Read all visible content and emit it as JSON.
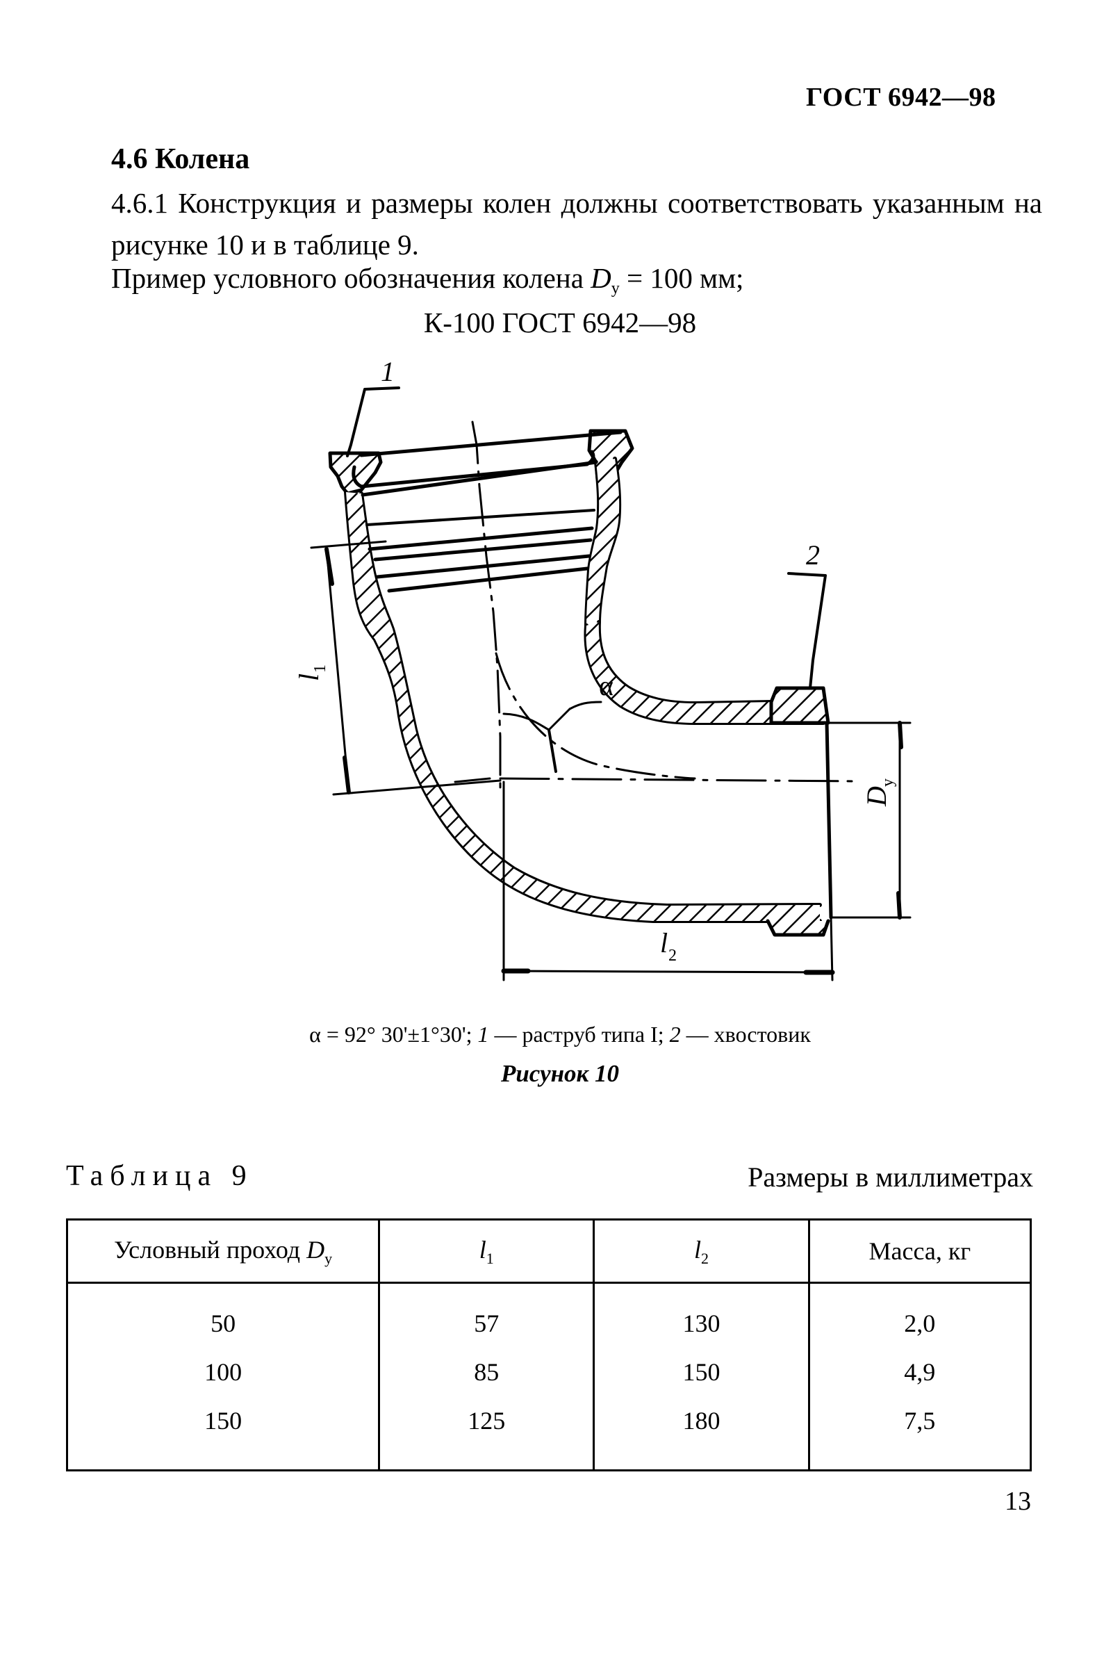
{
  "header": {
    "standard_ref": "ГОСТ 6942—98"
  },
  "section": {
    "title": "4.6 Колена",
    "paragraph_1": "4.6.1 Конструкция и размеры колен должны соответствовать указанным на рисунке 10 и в таблице 9.",
    "paragraph_2_prefix": "Пример условного обозначения колена ",
    "paragraph_2_symbol": "D",
    "paragraph_2_symbol_sub": "у",
    "paragraph_2_suffix": " = 100 мм;",
    "designation_example": "К-100 ГОСТ 6942—98"
  },
  "figure": {
    "callouts": {
      "item_1": "1",
      "item_2": "2"
    },
    "dimension_labels": {
      "l1": "l",
      "l1_sub": "1",
      "l2": "l",
      "l2_sub": "2",
      "dy": "D",
      "dy_sub": "у",
      "angle": "α"
    },
    "caption": "α = 92° 30'±1°30'; 1 — раструб типа I; 2 — хвостовик",
    "caption_parts": {
      "angle": "α = 92° 30'±1°30'; ",
      "item1_num": "1",
      "item1_text": " — раструб типа I; ",
      "item2_num": "2",
      "item2_text": " — хвостовик"
    },
    "title": "Рисунок 10"
  },
  "table": {
    "title": "Таблица 9",
    "units_note": "Размеры в миллиметрах",
    "headers": [
      {
        "text": "Условный проход ",
        "symbol": "D",
        "sub": "у"
      },
      {
        "text": "",
        "symbol": "l",
        "sub": "1"
      },
      {
        "text": "",
        "symbol": "l",
        "sub": "2"
      },
      {
        "text": "Масса, кг",
        "symbol": "",
        "sub": ""
      }
    ],
    "rows": [
      [
        "50",
        "57",
        "130",
        "2,0"
      ],
      [
        "100",
        "85",
        "150",
        "4,9"
      ],
      [
        "150",
        "125",
        "180",
        "7,5"
      ]
    ]
  },
  "footer": {
    "page_number": "13"
  }
}
